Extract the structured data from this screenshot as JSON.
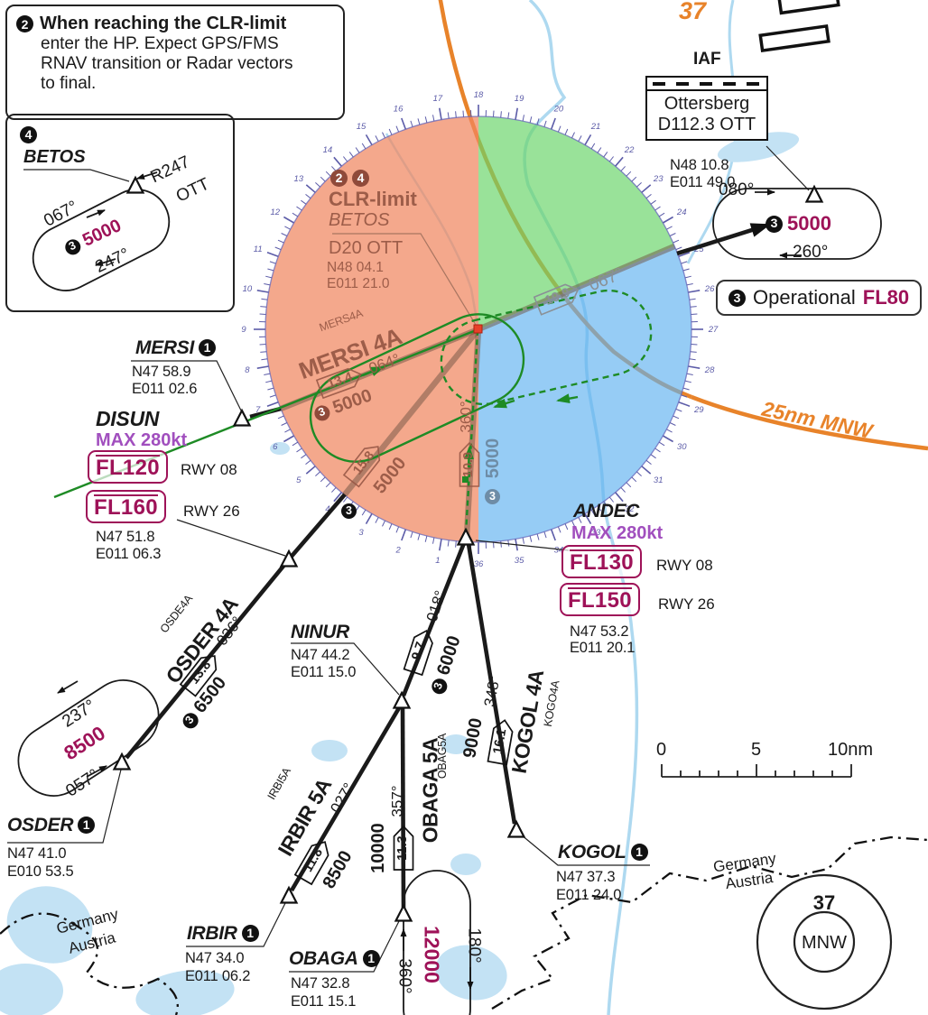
{
  "colors": {
    "magenta": "#9E1258",
    "purple": "#A14FBE",
    "orange": "#E8832A",
    "green": "#1E8B25",
    "salmon_sector": "#F2A185",
    "green_sector": "#97DD97",
    "blue_sector": "#90CAF0",
    "tick": "#5C5CA8",
    "water": "#AED9F0"
  },
  "notes": {
    "note2": {
      "badge": "2",
      "title": "When reaching the CLR-limit",
      "line1": "enter the HP. Expect GPS/FMS",
      "line2": "RNAV transition or Radar vectors",
      "line3": "to final."
    },
    "note4": {
      "badge": "4",
      "fix": "BETOS",
      "radial": "R247",
      "station": "OTT",
      "inbound": "067°",
      "outbound": "247°",
      "alt_badge": "3",
      "alt": "5000"
    }
  },
  "iaf": {
    "label": "IAF",
    "name": "Ottersberg",
    "ident": "D112.3 OTT",
    "lat": "N48 10.8",
    "lon": "E011 49.0",
    "holding": {
      "inbound": "080°",
      "outbound": "260°",
      "alt_badge": "3",
      "alt": "5000"
    },
    "operational": {
      "badge": "3",
      "text": "Operational",
      "fl": "FL80"
    }
  },
  "clr": {
    "badge1": "2",
    "badge2": "4",
    "title": "CLR-limit",
    "fix": "BETOS",
    "dme": "D20 OTT",
    "lat": "N48 04.1",
    "lon": "E011 21.0"
  },
  "center_labels": {
    "mers_code": "MERS4A",
    "mers_name": "MERSI 4A",
    "mers_dist": "13.4",
    "mers_course": "064°",
    "mers_alt_badge": "3",
    "mers_alt": "5000",
    "osder_dist": "15.8",
    "osder_alt": "5000",
    "osder_alt_badge": "3",
    "andec_dist": "10.9",
    "andec_course": "360°",
    "andec_alt_badge": "3",
    "andec_alt": "5000",
    "ott_dist": "19.9",
    "ott_course": "067°"
  },
  "waypoints": {
    "mersi": {
      "name": "MERSI",
      "badge": "1",
      "lat": "N47 58.9",
      "lon": "E011 02.6"
    },
    "disun": {
      "name": "DISUN",
      "max": "MAX 280kt",
      "fl1": "FL120",
      "rwy1": "RWY 08",
      "fl2": "FL160",
      "rwy2": "RWY 26",
      "lat": "N47 51.8",
      "lon": "E011 06.3"
    },
    "osder": {
      "name": "OSDER",
      "badge": "1",
      "lat": "N47 41.0",
      "lon": "E010 53.5",
      "holding": {
        "outbound": "237°",
        "alt": "8500",
        "inbound": "057°"
      }
    },
    "ninur": {
      "name": "NINUR",
      "lat": "N47 44.2",
      "lon": "E011 15.0"
    },
    "irbir": {
      "name": "IRBIR",
      "badge": "1",
      "lat": "N47 34.0",
      "lon": "E011 06.2"
    },
    "obaga": {
      "name": "OBAGA",
      "badge": "1",
      "lat": "N47 32.8",
      "lon": "E011 15.1",
      "holding": {
        "alt": "12000",
        "right": "180°",
        "left": "360°"
      }
    },
    "kogol": {
      "name": "KOGOL",
      "badge": "1",
      "lat": "N47 37.3",
      "lon": "E011 24.0"
    },
    "andec": {
      "name": "ANDEC",
      "max": "MAX 280kt",
      "fl1": "FL130",
      "rwy1": "RWY 08",
      "fl2": "FL150",
      "rwy2": "RWY 26",
      "lat": "N47 53.2",
      "lon": "E011 20.1"
    }
  },
  "routes": {
    "osder4a": {
      "code": "OSDE4A",
      "name": "OSDER 4A",
      "course": "036°",
      "dist": "13.8",
      "alt_badge": "3",
      "alt": "6500"
    },
    "irbir5a": {
      "code": "IRBI5A",
      "name": "IRBIR 5A",
      "course": "027°",
      "dist": "11.8",
      "alt": "8500"
    },
    "obaga5a": {
      "code": "OBAG5A",
      "name": "OBAGA 5A",
      "course": "357°",
      "dist": "11.3",
      "alt": "10000"
    },
    "kogol4a": {
      "code": "KOGO4A",
      "name": "KOGOL 4A",
      "course": "348°",
      "dist": "16.1",
      "alt": "9000"
    },
    "ninur_andec": {
      "course": "018°",
      "dist": "9.7",
      "alt_badge": "3",
      "alt": "6000"
    }
  },
  "arc": {
    "label": "25nm MNW",
    "chart_number": "37"
  },
  "navaid_rose": {
    "number": "37",
    "ident": "MNW"
  },
  "border": {
    "top": "Germany",
    "bottom": "Austria"
  },
  "scalebar": {
    "t0": "0",
    "t5": "5",
    "t10": "10nm"
  },
  "circle": {
    "tick_labels": [
      "1",
      "2",
      "3",
      "4",
      "5",
      "6",
      "7",
      "8",
      "9",
      "10",
      "11",
      "12",
      "13",
      "14",
      "15",
      "16",
      "17",
      "18",
      "19",
      "20",
      "21",
      "22",
      "23",
      "24",
      "25",
      "26",
      "27",
      "28",
      "29",
      "30",
      "31",
      "32",
      "33",
      "34",
      "35",
      "36"
    ]
  }
}
